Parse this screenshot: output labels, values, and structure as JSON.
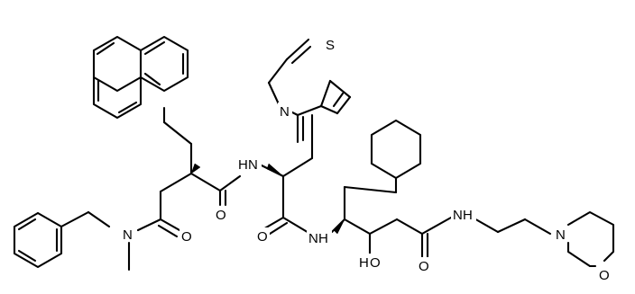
{
  "structure_name": "",
  "atoms": {
    "n_benzyl": "N",
    "o_amide_1": "O",
    "nh_1": "N",
    "h_1": "H",
    "o_amide_2": "O",
    "n_thiazole": "N",
    "s_thiazole": "S",
    "nh_2": "N",
    "h_2": "H",
    "o_hydroxyl": "O",
    "h_hydroxyl": "H",
    "o_amide_3": "O",
    "nh_3": "N",
    "h_3": "H",
    "n_morpholine": "N",
    "o_morpholine": "O"
  },
  "colors": {
    "line": "#000000",
    "background": "#ffffff"
  }
}
